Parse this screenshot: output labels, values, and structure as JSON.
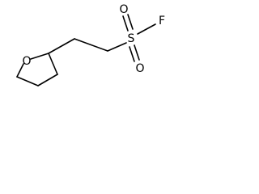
{
  "molecule": {
    "atoms": {
      "ring_oxygen": "O",
      "sulfur": "S",
      "fluorine": "F",
      "oxygen_top": "O",
      "oxygen_bottom": "O"
    }
  }
}
